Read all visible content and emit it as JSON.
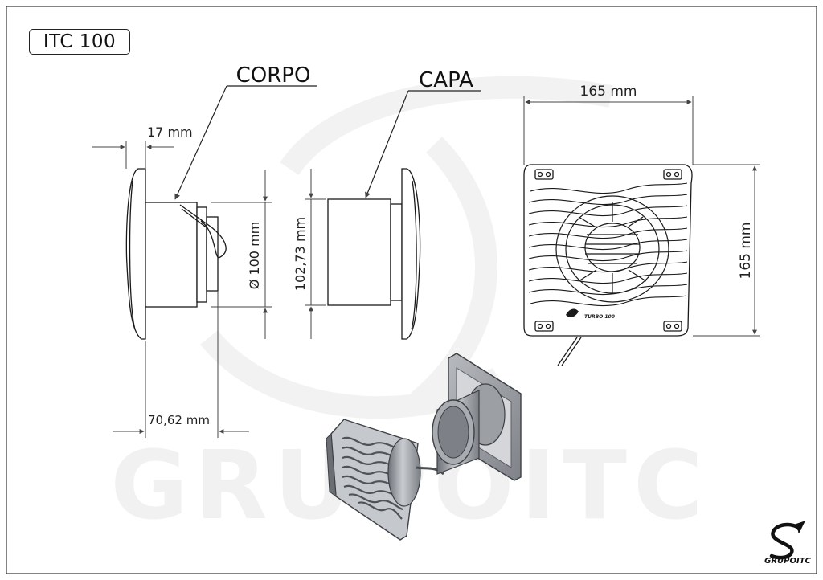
{
  "model": "ITC 100",
  "labels": {
    "corpo": "CORPO",
    "capa": "CAPA"
  },
  "dimensions": {
    "flange_depth": "17 mm",
    "diameter": "Ø 100 mm",
    "capa_height": "102,73 mm",
    "total_depth": "70,62 mm",
    "front_width": "165 mm",
    "front_height": "165 mm"
  },
  "front_badge": "TURBO 100",
  "watermark": "GRUPOITC",
  "brand": "GRUPOITC",
  "colors": {
    "line": "#1a1a1a",
    "dim": "#555555",
    "watermark": "#f1f1f1",
    "render_grey": "#8a8d92",
    "render_light": "#c9ccd0",
    "render_dark": "#4a4d52"
  }
}
